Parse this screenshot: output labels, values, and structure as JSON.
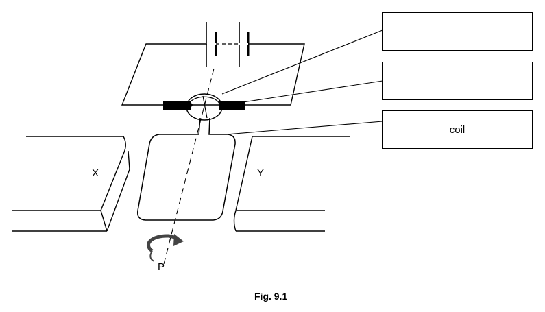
{
  "labels": {
    "magnet_left": "X",
    "magnet_right": "Y",
    "axis_point": "P"
  },
  "answer_boxes": [
    "",
    "",
    "coil"
  ],
  "caption": "Fig. 9.1"
}
